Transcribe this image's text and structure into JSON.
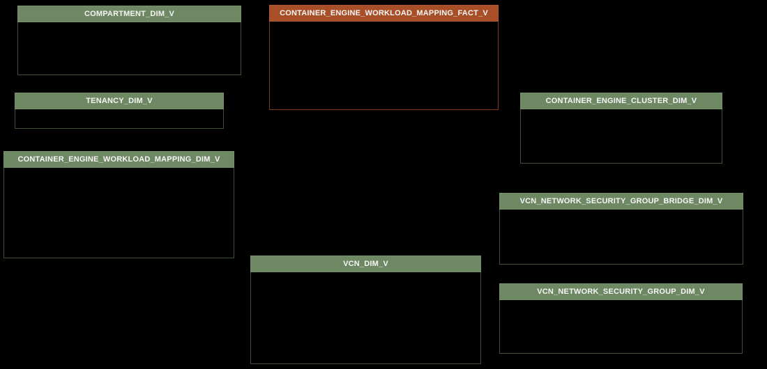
{
  "diagram": {
    "kind": "star-schema-entity-diagram",
    "entities": [
      {
        "name": "COMPARTMENT_DIM_V",
        "type": "dimension"
      },
      {
        "name": "CONTAINER_ENGINE_WORKLOAD_MAPPING_FACT_V",
        "type": "fact"
      },
      {
        "name": "TENANCY_DIM_V",
        "type": "dimension"
      },
      {
        "name": "CONTAINER_ENGINE_CLUSTER_DIM_V",
        "type": "dimension"
      },
      {
        "name": "CONTAINER_ENGINE_WORKLOAD_MAPPING_DIM_V",
        "type": "dimension"
      },
      {
        "name": "VCN_NETWORK_SECURITY_GROUP_BRIDGE_DIM_V",
        "type": "dimension"
      },
      {
        "name": "VCN_DIM_V",
        "type": "dimension"
      },
      {
        "name": "VCN_NETWORK_SECURITY_GROUP_DIM_V",
        "type": "dimension"
      }
    ],
    "colors": {
      "background": "#000000",
      "dimension_header": "#6e8864",
      "dimension_border": "#3f5138",
      "fact_header": "#a94f28",
      "fact_border": "#813a17",
      "title_text": "#f5f5f5"
    }
  }
}
